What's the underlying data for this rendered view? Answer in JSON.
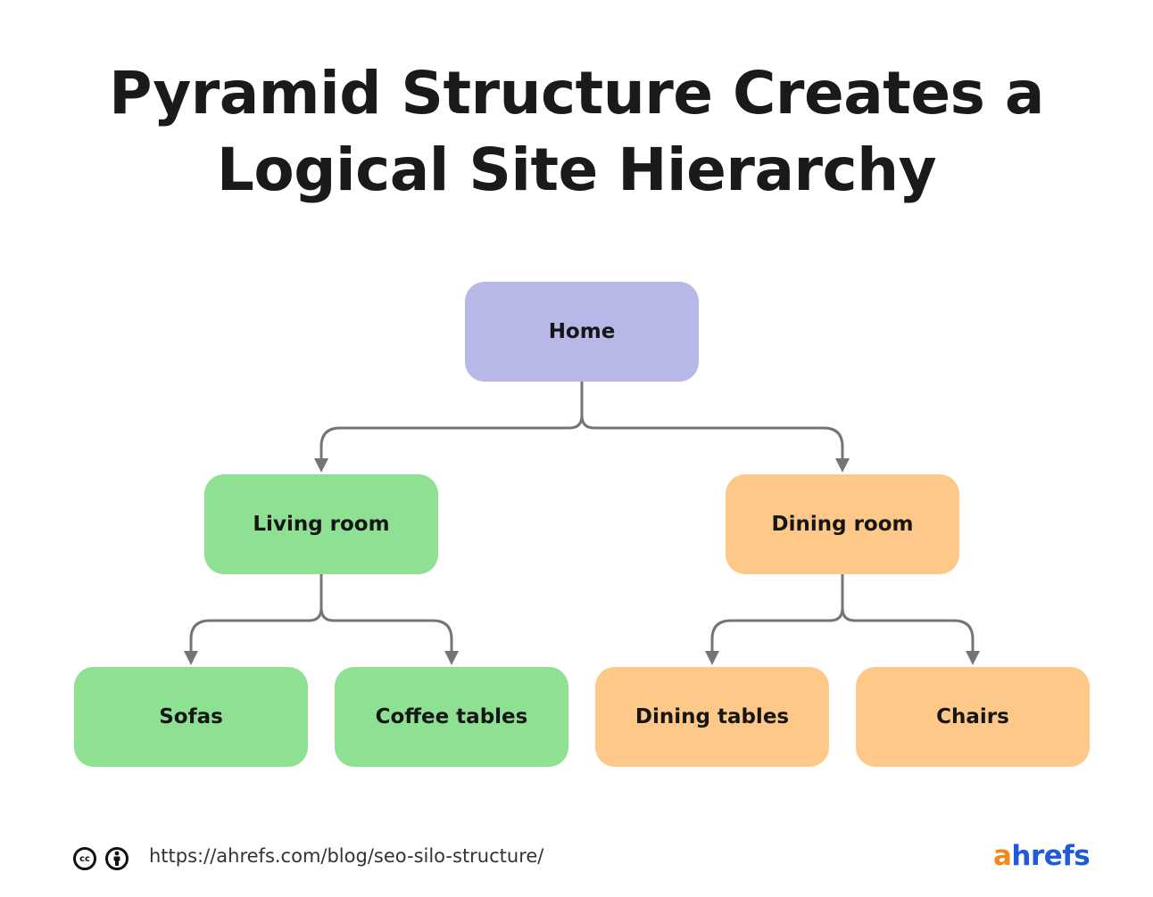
{
  "title_lines": [
    "Pyramid Structure Creates a",
    "Logical Site Hierarchy"
  ],
  "colors": {
    "home": "#b8b8e8",
    "living": "#8ee092",
    "dining": "#fec988",
    "edge": "#757575",
    "text": "#161616",
    "logo_a": "#f28a1b",
    "logo_rest": "#1f5bd8"
  },
  "nodes": {
    "home": "Home",
    "living_room": "Living room",
    "dining_room": "Dining room",
    "sofas": "Sofas",
    "coffee_tables": "Coffee tables",
    "dining_tables": "Dining tables",
    "chairs": "Chairs"
  },
  "edges": [
    [
      "home",
      "living_room"
    ],
    [
      "home",
      "dining_room"
    ],
    [
      "living_room",
      "sofas"
    ],
    [
      "living_room",
      "coffee_tables"
    ],
    [
      "dining_room",
      "dining_tables"
    ],
    [
      "dining_room",
      "chairs"
    ]
  ],
  "footer": {
    "icons": [
      "creative-commons-icon",
      "attribution-icon"
    ],
    "cc_glyph": "cc",
    "url": "https://ahrefs.com/blog/seo-silo-structure/",
    "logo_a": "a",
    "logo_rest": "hrefs"
  }
}
